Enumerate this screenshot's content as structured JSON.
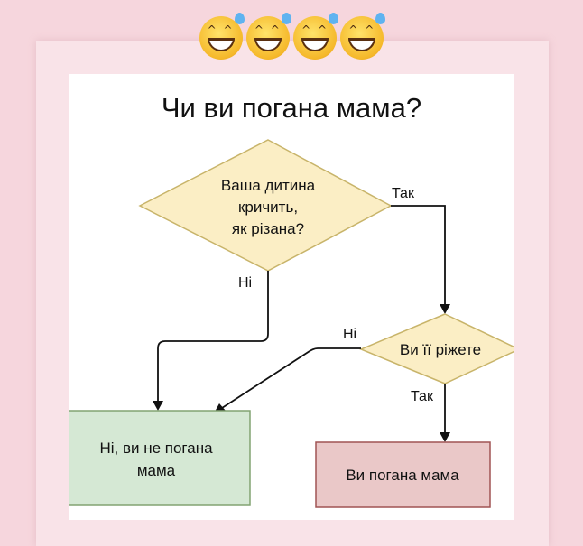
{
  "header": {
    "emoji": "grinning-face-with-sweat",
    "emoji_count": 4
  },
  "flowchart": {
    "title": "Чи ви погана мама?",
    "decision1": {
      "lines": [
        "Ваша дитина",
        "кричить,",
        "як різана?"
      ]
    },
    "decision2": {
      "label": "Ви її ріжете"
    },
    "edge_yes_1": "Так",
    "edge_no_1": "Ні",
    "edge_no_2": "Ні",
    "edge_yes_2": "Так",
    "result_good": {
      "lines": [
        "Ні, ви не погана",
        "мама"
      ]
    },
    "result_bad": {
      "label": "Ви погана мама"
    },
    "colors": {
      "decision_fill": "#fbeec5",
      "decision_stroke": "#c8b46a",
      "good_fill": "#d5e8d4",
      "good_stroke": "#82a372",
      "bad_fill": "#eac8c8",
      "bad_stroke": "#a05454"
    }
  }
}
